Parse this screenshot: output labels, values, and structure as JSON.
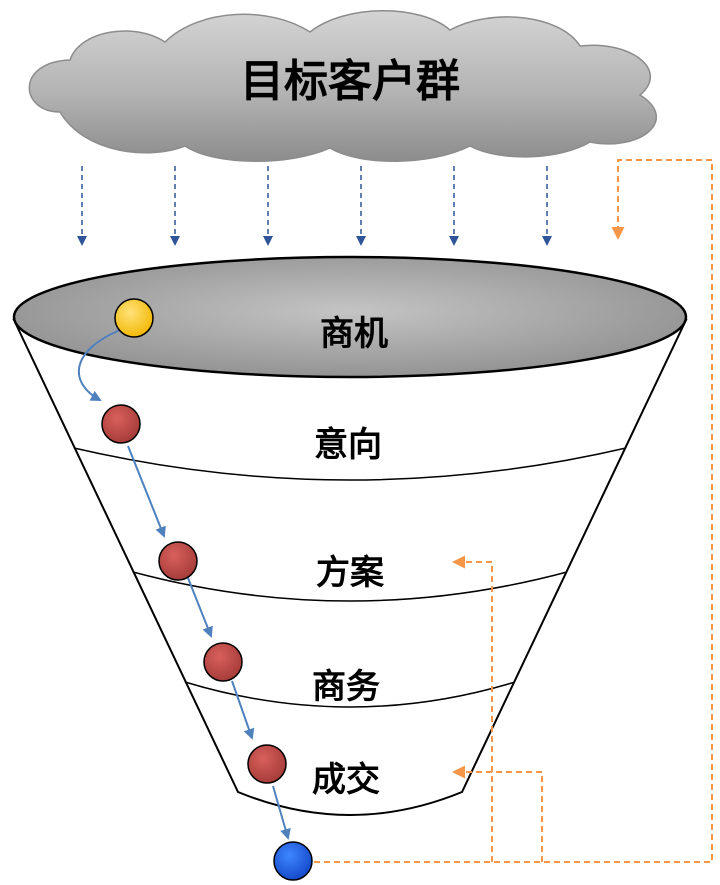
{
  "cloud": {
    "title": "目标客户群"
  },
  "funnel": {
    "stages": [
      {
        "label": "商机"
      },
      {
        "label": "意向"
      },
      {
        "label": "方案"
      },
      {
        "label": "商务"
      },
      {
        "label": "成交"
      }
    ]
  },
  "colors": {
    "cloud_fill": "#b3b3b3",
    "funnel_top_fill": "#a6a6a6",
    "funnel_body_fill": "#ffffff",
    "outline": "#000000",
    "inflow_arrow": "#2e5597",
    "flow_arrow": "#4f81bd",
    "feedback_arrow": "#f79646",
    "lead_dot": "#ffc000",
    "progress_dot": "#c0504d",
    "output_dot": "#1f5fe0"
  }
}
